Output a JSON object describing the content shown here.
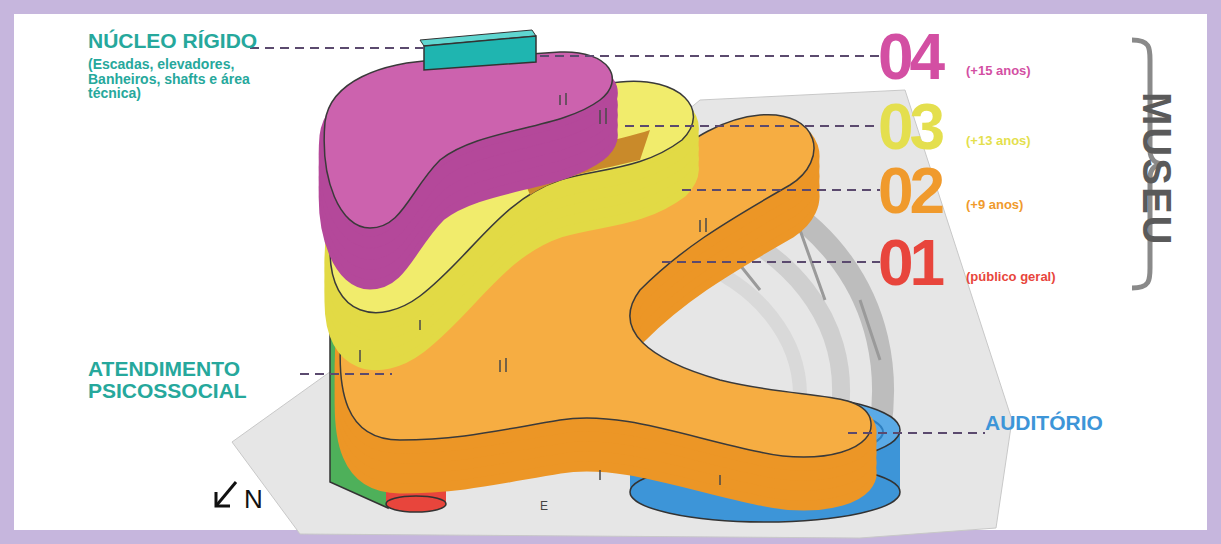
{
  "diagram": {
    "labels": [
      "NÚCLEO RÍGIDO",
      "(Escadas, elevadores, Banheiros, shafts e área técnica)",
      "04",
      "(+15 anos)",
      "03",
      "(+13 anos)",
      "02",
      "(+9 anos)",
      "01",
      "(público geral)",
      "MUSEU",
      "ATENDIMENTO PSICOSSOCIAL",
      "AUDITÓRIO",
      "N",
      "E"
    ]
  }
}
